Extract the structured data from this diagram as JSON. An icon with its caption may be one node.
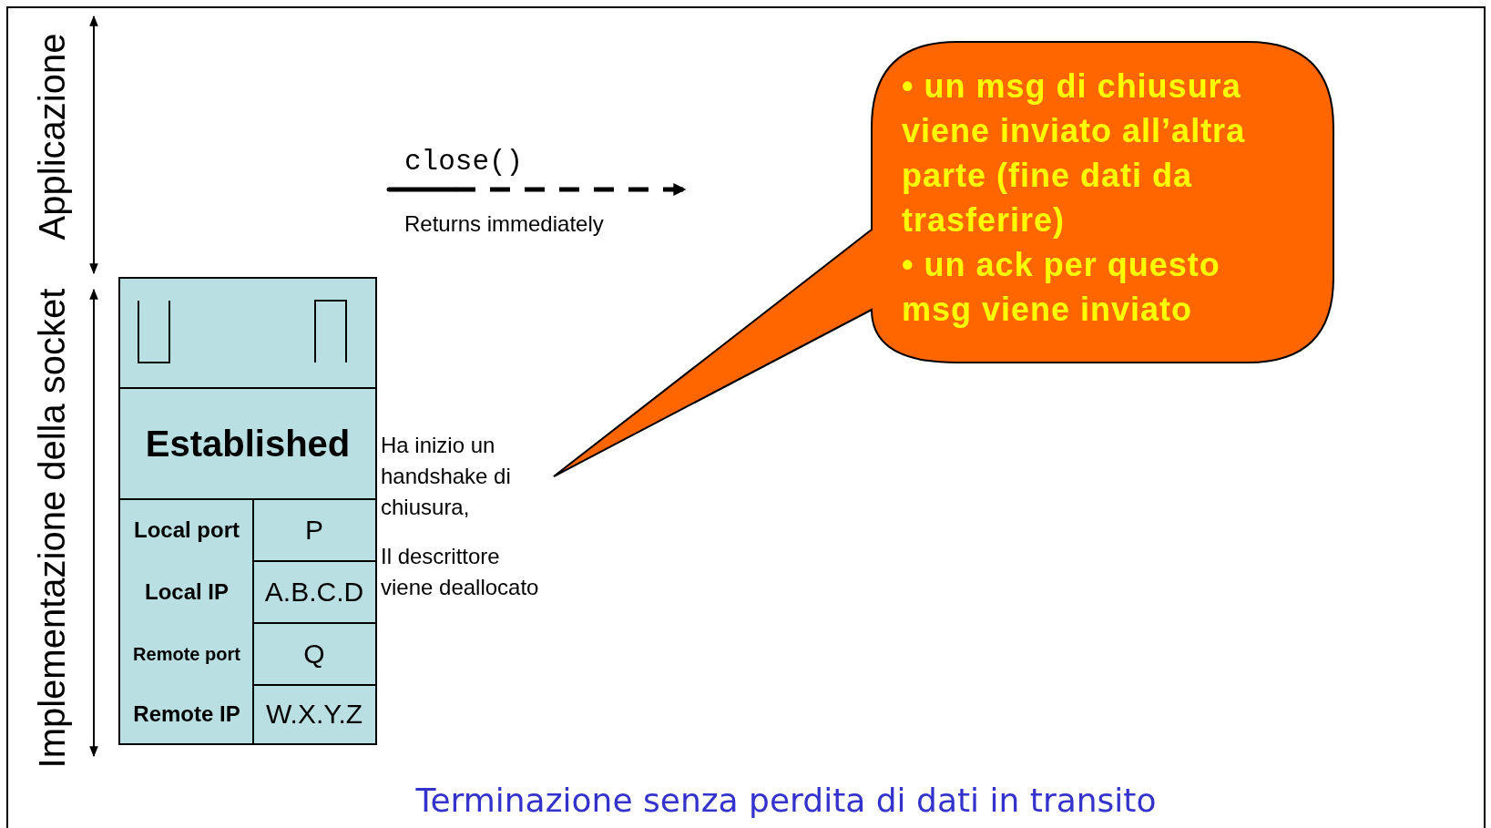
{
  "diagram": {
    "caption": "Terminazione senza perdita di dati in transito",
    "nodes": [
      {
        "text": [],
        "shape": "box"
      },
      {
        "text": [
          "Established"
        ],
        "in": 0
      },
      {
        "text": [
          "• un msg di chiusura viene inviato all’altra parte (fine dati da trasferire)",
          "• un ack per questo msg viene inviato"
        ]
      }
    ],
    "labels": [
      "Applicazione",
      "Implementazione della socket",
      "close()",
      "Returns immediately",
      "Local port",
      "P",
      "Local IP",
      "A.B.C.D",
      "Remote port",
      "Q",
      "Remote IP",
      "W.X.Y.Z",
      "Ha inizio un handshake di chiusura,",
      "Il descrittore viene deallocato"
    ]
  }
}
